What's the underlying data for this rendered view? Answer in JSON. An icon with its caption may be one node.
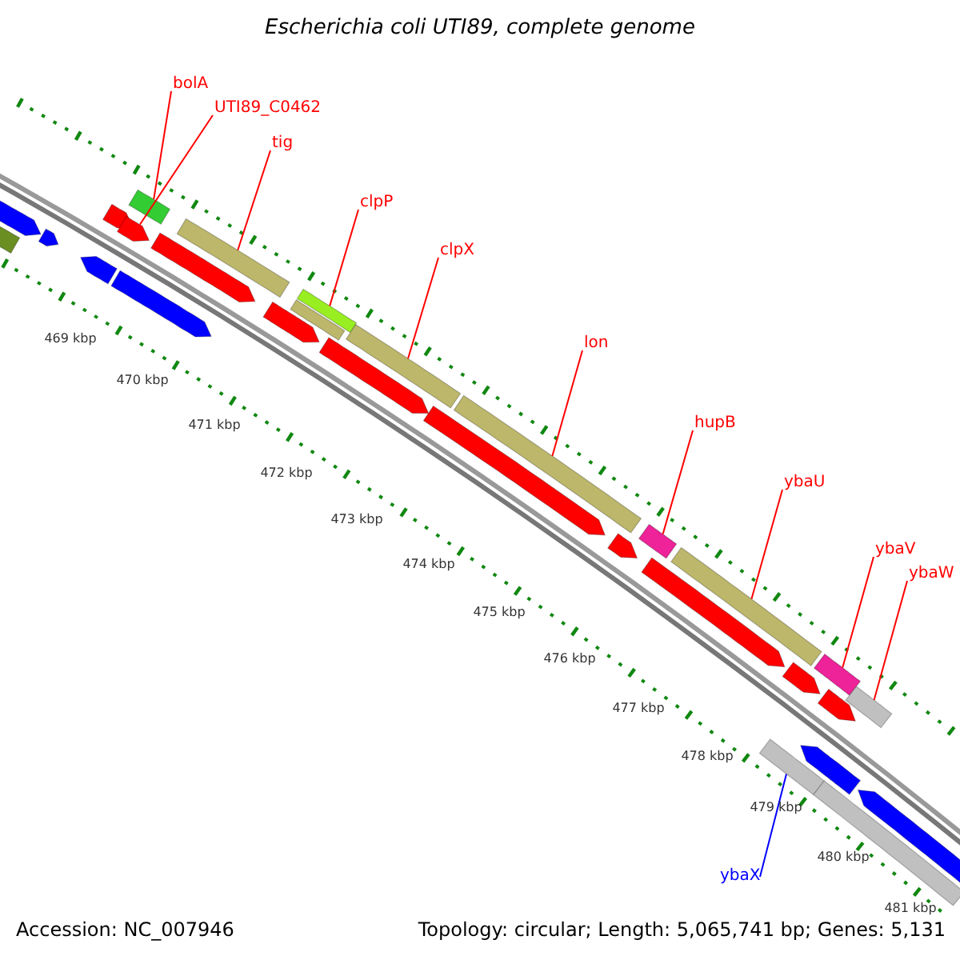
{
  "diagram": {
    "title": "Escherichia coli UTI89, complete genome",
    "nodes": [
      {
        "text": [
          "bolA"
        ]
      },
      {
        "text": [
          "UTI89_C0462"
        ]
      },
      {
        "text": [
          "tig"
        ]
      },
      {
        "text": [
          "clpP"
        ]
      },
      {
        "text": [
          "clpX"
        ]
      },
      {
        "text": [
          "lon"
        ]
      },
      {
        "text": [
          "hupB"
        ]
      },
      {
        "text": [
          "ybaU"
        ]
      },
      {
        "text": [
          "ybaV"
        ]
      },
      {
        "text": [
          "ybaW"
        ]
      },
      {
        "text": [
          "ybaX"
        ]
      },
      {
        "text": [],
        "shape": "bar"
      },
      {
        "text": [],
        "shape": "bar"
      },
      {
        "text": [],
        "shape": "bar"
      },
      {
        "text": [],
        "shape": "bar"
      },
      {
        "text": [],
        "shape": "bar"
      },
      {
        "text": [],
        "shape": "bar"
      },
      {
        "text": [],
        "shape": "bar"
      },
      {
        "text": [],
        "shape": "bar"
      },
      {
        "text": [],
        "shape": "bar"
      },
      {
        "text": [],
        "shape": "bar"
      },
      {
        "text": [],
        "shape": "bar"
      },
      {
        "text": [],
        "shape": "bar"
      },
      {
        "text": [],
        "shape": "bar"
      },
      {
        "text": [],
        "shape": "bar"
      },
      {
        "text": [],
        "shape": "bar"
      },
      {
        "text": [],
        "shape": "bar"
      },
      {
        "text": [],
        "shape": "bar"
      },
      {
        "text": [],
        "shape": "bar"
      },
      {
        "text": [],
        "shape": "bar"
      },
      {
        "text": [],
        "shape": "bar"
      },
      {
        "text": [],
        "shape": "bar"
      },
      {
        "text": [],
        "shape": "bar"
      },
      {
        "text": [],
        "shape": "bar"
      },
      {
        "text": [],
        "shape": "bar"
      },
      {
        "text": [],
        "shape": "bar"
      },
      {
        "text": [],
        "shape": "bar"
      },
      {
        "text": [],
        "shape": "bar"
      },
      {
        "text": [],
        "shape": "bar"
      },
      {
        "text": [],
        "shape": "bar"
      }
    ],
    "edges": [
      {
        "from": 0,
        "to": 11,
        "arrow": "none"
      },
      {
        "from": 1,
        "to": 12,
        "arrow": "none"
      },
      {
        "from": 2,
        "to": 13,
        "arrow": "none"
      },
      {
        "from": 3,
        "to": 14,
        "arrow": "none"
      },
      {
        "from": 4,
        "to": 15,
        "arrow": "none"
      },
      {
        "from": 5,
        "to": 16,
        "arrow": "none"
      },
      {
        "from": 6,
        "to": 17,
        "arrow": "none"
      },
      {
        "from": 7,
        "to": 18,
        "arrow": "none"
      },
      {
        "from": 8,
        "to": 19,
        "arrow": "none"
      },
      {
        "from": 9,
        "to": 20,
        "arrow": "none"
      },
      {
        "from": 10,
        "to": 21,
        "arrow": "none",
        "color": "#0000ff"
      }
    ],
    "labels": [
      "469 kbp",
      "470 kbp",
      "471 kbp",
      "472 kbp",
      "473 kbp",
      "474 kbp",
      "475 kbp",
      "476 kbp",
      "477 kbp",
      "478 kbp",
      "479 kbp",
      "480 kbp",
      "481 kbp",
      "Accession: NC_007946",
      "Topology: circular; Length: 5,065,741 bp; Genes: 5,131"
    ]
  }
}
